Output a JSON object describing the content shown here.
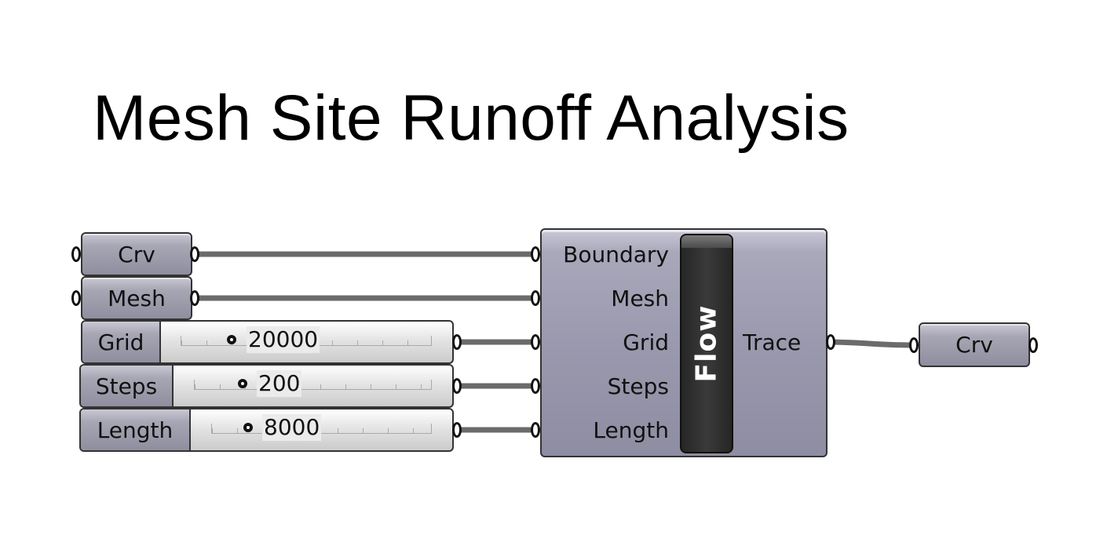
{
  "title": "Mesh Site Runoff Analysis",
  "params": [
    {
      "label": "Crv"
    },
    {
      "label": "Mesh"
    }
  ],
  "sliders": [
    {
      "name": "Grid",
      "value": "20000"
    },
    {
      "name": "Steps",
      "value": "200"
    },
    {
      "name": "Length",
      "value": "8000"
    }
  ],
  "component": {
    "nickname": "Flow",
    "inputs": [
      "Boundary",
      "Mesh",
      "Grid",
      "Steps",
      "Length"
    ],
    "output": "Trace"
  },
  "output_param": {
    "label": "Crv"
  },
  "colors": {
    "wire": "#6b6b6b",
    "node_fill": "#a7a6b4",
    "core_fill": "#333333"
  }
}
